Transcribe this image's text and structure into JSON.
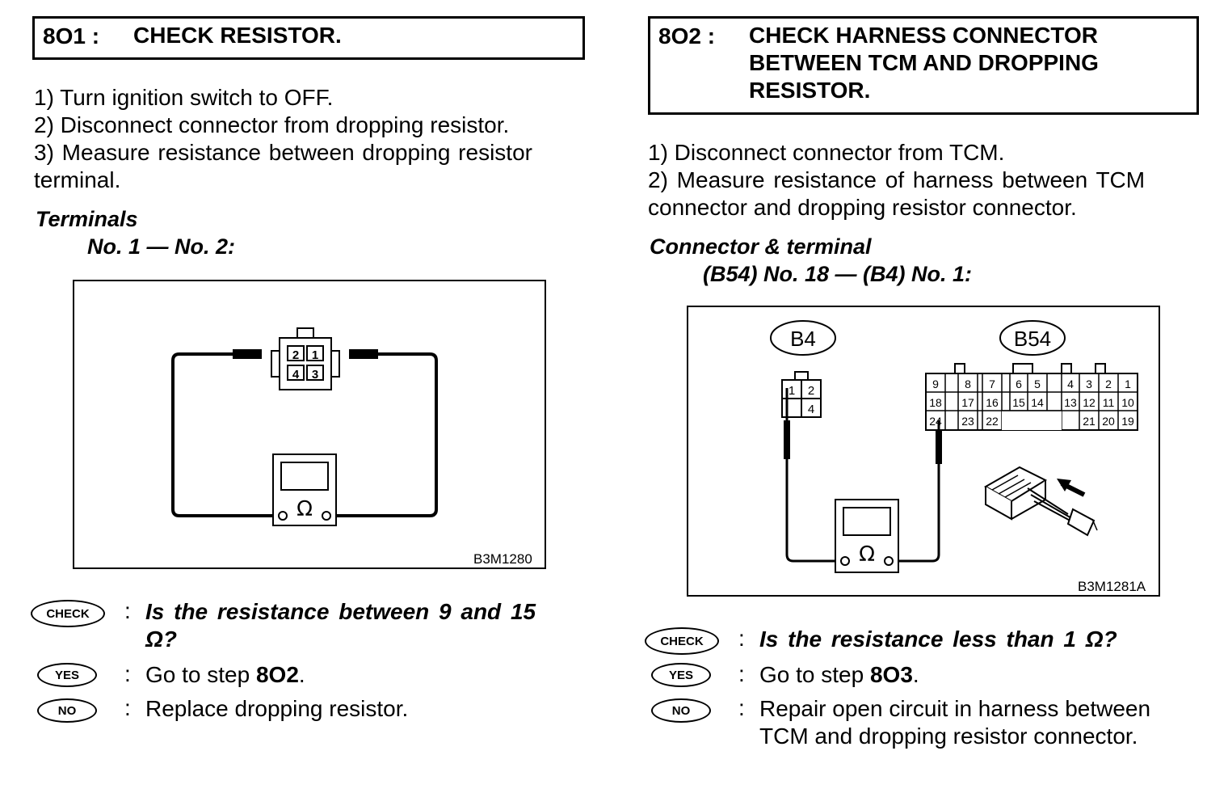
{
  "left": {
    "step_num": "8O1 :",
    "title": "CHECK RESISTOR.",
    "steps": [
      "1)  Turn ignition switch to OFF.",
      "2)  Disconnect connector from dropping resistor.",
      "3)  Measure resistance between dropping resistor",
      "terminal."
    ],
    "terminals_label": "Terminals",
    "terminals_value": "No. 1 — No. 2:",
    "figure": {
      "id": "B3M1280",
      "pins": [
        "2",
        "1",
        "4",
        "3"
      ],
      "ohm": "Ω"
    },
    "check_badge": "CHECK",
    "yes_badge": "YES",
    "no_badge": "NO",
    "colon": ":",
    "question_line1": "Is the resistance between 9 and 15",
    "question_line2": "Ω?",
    "yes_prefix": "Go to step ",
    "yes_step": "8O2",
    "yes_suffix": ".",
    "no_text": "Replace dropping resistor."
  },
  "right": {
    "step_num": "8O2 :",
    "title_lines": [
      "CHECK HARNESS CONNECTOR",
      "BETWEEN TCM AND DROPPING",
      "RESISTOR."
    ],
    "steps": [
      "1)  Disconnect connector from TCM.",
      "2)  Measure resistance of harness between TCM",
      "connector and dropping resistor connector."
    ],
    "connector_label": "Connector & terminal",
    "connector_value": "(B54) No. 18 — (B4) No. 1:",
    "figure": {
      "id": "B3M1281A",
      "b4_label": "B4",
      "b54_label": "B54",
      "b4_pins": [
        "1",
        "2",
        "",
        "4"
      ],
      "b54_row1": [
        "9",
        "8",
        "7",
        "6",
        "5",
        "4",
        "3",
        "2",
        "1"
      ],
      "b54_row2": [
        "18",
        "17",
        "16",
        "15",
        "14",
        "13",
        "12",
        "11",
        "10"
      ],
      "b54_row3": [
        "24",
        "23",
        "22",
        "21",
        "20",
        "19"
      ],
      "ohm": "Ω"
    },
    "check_badge": "CHECK",
    "yes_badge": "YES",
    "no_badge": "NO",
    "colon": ":",
    "question": "Is the resistance less than 1 Ω?",
    "yes_prefix": "Go to step ",
    "yes_step": "8O3",
    "yes_suffix": ".",
    "no_line1": "Repair open circuit in harness between",
    "no_line2": "TCM and dropping resistor connector."
  }
}
